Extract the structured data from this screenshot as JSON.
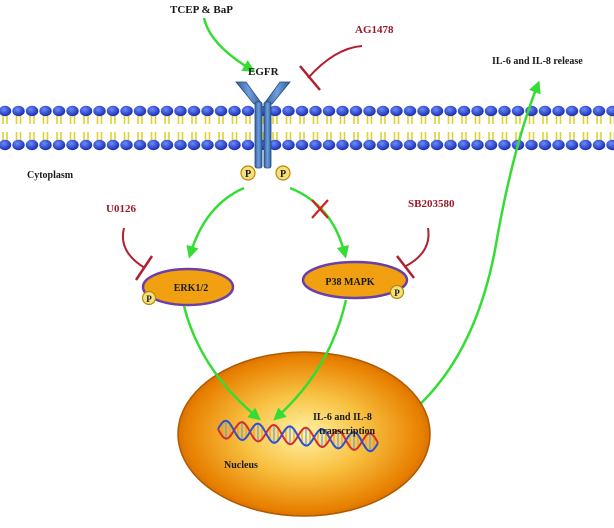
{
  "labels": {
    "stimulus": "TCEP & BaP",
    "inhibitor_egfr": "AG1478",
    "receptor": "EGFR",
    "release": "IL-6 and IL-8 release",
    "compartment": "Cytoplasm",
    "inhibitor_erk": "U0126",
    "inhibitor_p38": "SB203580",
    "kinase_erk": "ERK1/2",
    "kinase_p38": "P38 MAPK",
    "phospho": "P",
    "transcription_line1": "IL-6 and IL-8",
    "transcription_line2": "transcription",
    "nucleus": "Nucleus"
  },
  "colors": {
    "activation_arrow": "#33dd33",
    "inhibition": "#b02030",
    "inhibitor_text": "#9b1b2a",
    "membrane_head": "#2a3fd0",
    "membrane_tail": "#e0d030",
    "receptor": "#3c6fb5",
    "kinase_fill": "#f0a010",
    "kinase_border": "#6a3fa8",
    "phospho_fill": "#f5e080",
    "nucleus_center": "#fff2a0",
    "nucleus_edge": "#e07a00",
    "dna_strand_a": "#d03030",
    "dna_strand_b": "#3050d0"
  }
}
